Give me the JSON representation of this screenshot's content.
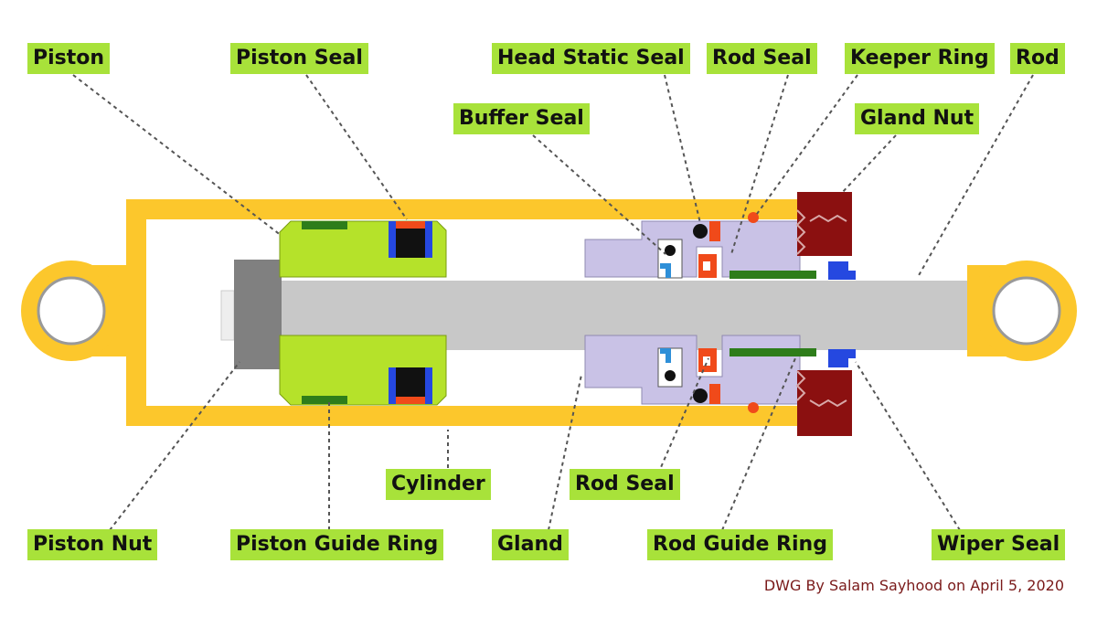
{
  "labels": {
    "piston": "Piston",
    "piston_seal": "Piston Seal",
    "head_static_seal": "Head Static Seal",
    "rod_seal_top": "Rod Seal",
    "keeper_ring": "Keeper Ring",
    "rod": "Rod",
    "buffer_seal": "Buffer Seal",
    "gland_nut": "Gland Nut",
    "cylinder": "Cylinder",
    "rod_seal_bottom": "Rod Seal",
    "piston_nut": "Piston Nut",
    "piston_guide_ring": "Piston Guide Ring",
    "gland": "Gland",
    "rod_guide_ring": "Rod Guide Ring",
    "wiper_seal": "Wiper Seal"
  },
  "credit": "DWG By Salam Sayhood on April 5, 2020",
  "colors": {
    "label_background": "#a8e23a",
    "cylinder": "#fcc72c",
    "piston": "#b5e22a",
    "rod": "#c8c8c8",
    "gland": "#c9c2e6",
    "gland_nut": "#8b1010",
    "piston_nut": "#808080",
    "guide_ring": "#2e7d1a",
    "wiper_seal": "#2548e0",
    "rod_seal": "#f04a1a",
    "credit_text": "#7a1a1a"
  }
}
